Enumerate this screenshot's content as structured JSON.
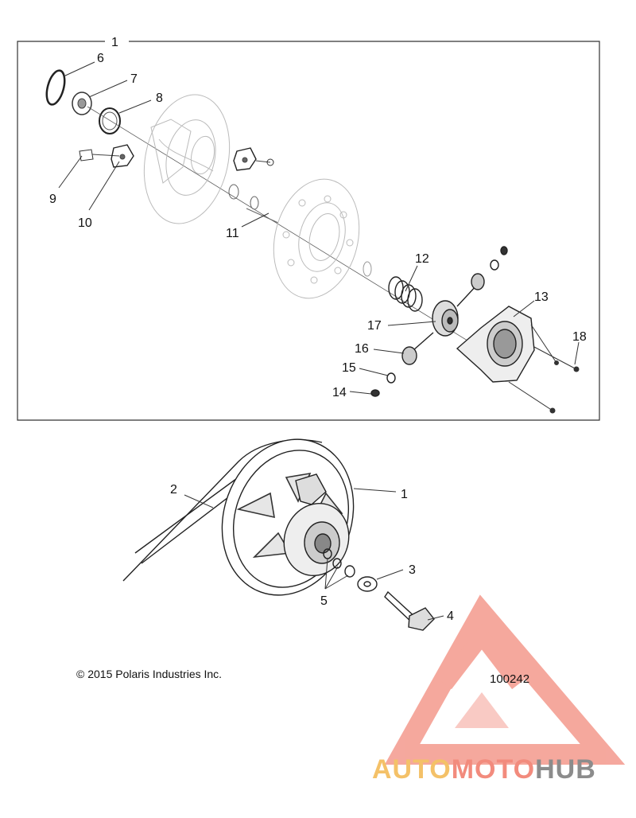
{
  "callouts": {
    "assembly_top": "1",
    "c6": "6",
    "c7": "7",
    "c8": "8",
    "c9": "9",
    "c10": "10",
    "c11": "11",
    "c12": "12",
    "c13": "13",
    "c14": "14",
    "c15": "15",
    "c16": "16",
    "c17": "17",
    "c18": "18",
    "c2": "2",
    "c1_bottom": "1",
    "c3": "3",
    "c4": "4",
    "c5": "5"
  },
  "footer": {
    "copyright": "© 2015 Polaris Industries Inc.",
    "ref_number": "100242"
  },
  "watermark": {
    "part1": "AUTO",
    "part2": "MOTO",
    "part3": "HUB",
    "color_auto": "#f4c168",
    "color_moto": "#f28b7d",
    "color_hub": "#8c8c8c"
  }
}
